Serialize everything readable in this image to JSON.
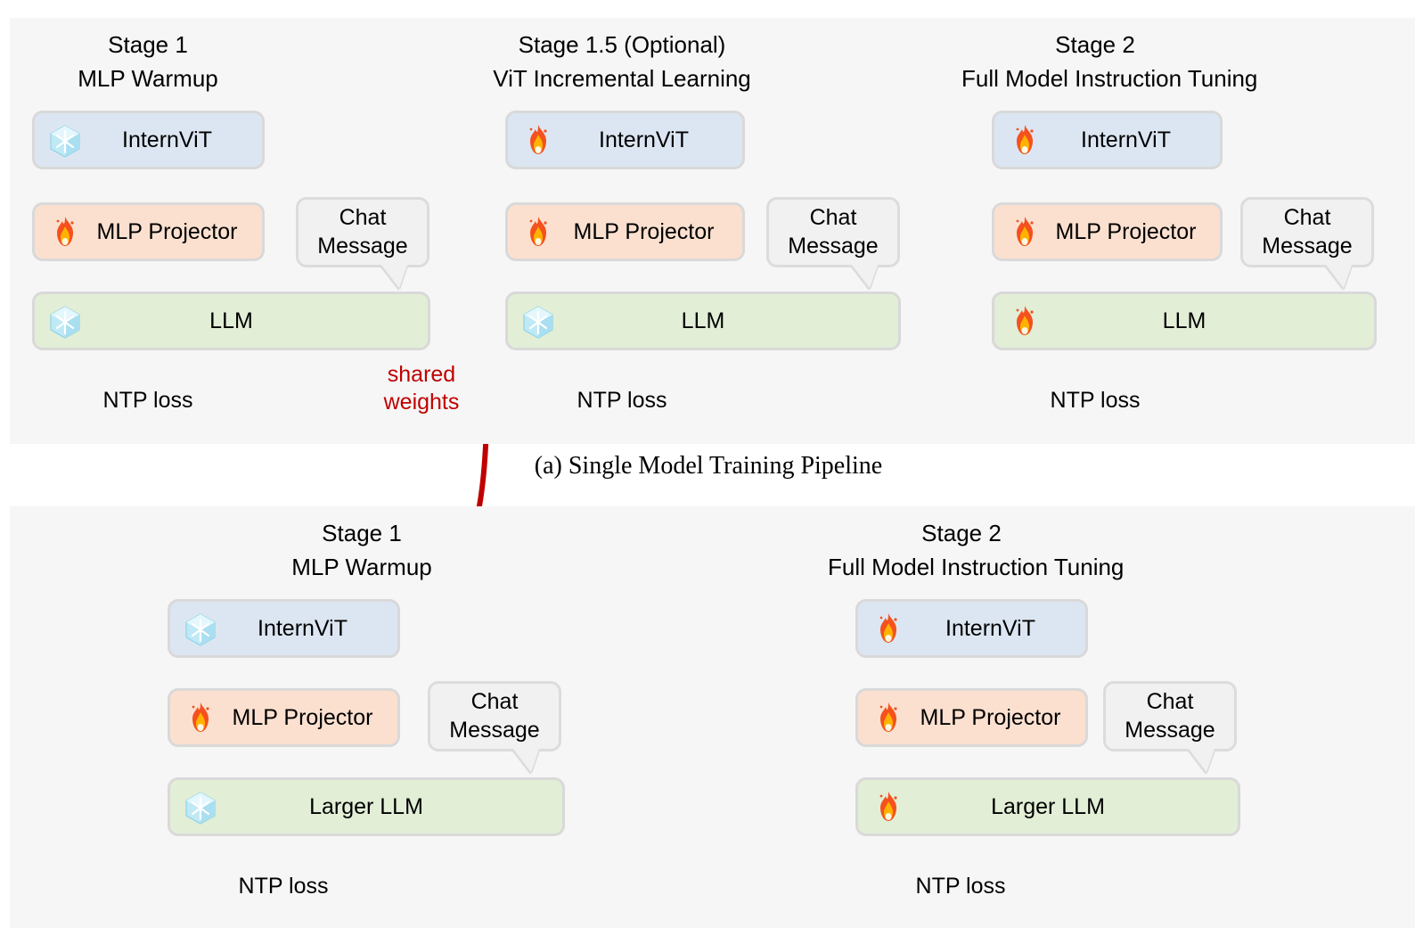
{
  "figure": {
    "caption_a": "(a) Single Model Training Pipeline",
    "shared_weights_label_line1": "shared",
    "shared_weights_label_line2": "weights",
    "shared_weights_color": "#c00000"
  },
  "icons": {
    "frozen": "snowflake-ice-cube-icon",
    "trainable": "fire-flame-icon"
  },
  "colors": {
    "vit_box": "#dce6f2",
    "mlp_box": "#fbe0d0",
    "llm_box": "#e2eed6",
    "bubble_box": "#f1f1f1",
    "panel_bg": "#f6f6f6",
    "arrow": "#595959",
    "shared_arrow": "#c00000"
  },
  "top_section": {
    "columns": [
      {
        "title_line1": "Stage 1",
        "title_line2": "MLP Warmup",
        "vit": {
          "label": "InternViT",
          "state": "frozen"
        },
        "mlp": {
          "label": "MLP Projector",
          "state": "trainable"
        },
        "llm": {
          "label": "LLM",
          "state": "frozen"
        },
        "bubble_line1": "Chat",
        "bubble_line2": "Message",
        "loss": "NTP loss"
      },
      {
        "title_line1": "Stage 1.5 (Optional)",
        "title_line2": "ViT Incremental Learning",
        "vit": {
          "label": "InternViT",
          "state": "trainable"
        },
        "mlp": {
          "label": "MLP Projector",
          "state": "trainable"
        },
        "llm": {
          "label": "LLM",
          "state": "frozen"
        },
        "bubble_line1": "Chat",
        "bubble_line2": "Message",
        "loss": "NTP loss"
      },
      {
        "title_line1": "Stage 2",
        "title_line2": "Full Model Instruction Tuning",
        "vit": {
          "label": "InternViT",
          "state": "trainable"
        },
        "mlp": {
          "label": "MLP Projector",
          "state": "trainable"
        },
        "llm": {
          "label": "LLM",
          "state": "trainable"
        },
        "bubble_line1": "Chat",
        "bubble_line2": "Message",
        "loss": "NTP loss"
      }
    ]
  },
  "bottom_section": {
    "columns": [
      {
        "title_line1": "Stage 1",
        "title_line2": "MLP Warmup",
        "vit": {
          "label": "InternViT",
          "state": "frozen"
        },
        "mlp": {
          "label": "MLP Projector",
          "state": "trainable"
        },
        "llm": {
          "label": "Larger LLM",
          "state": "frozen"
        },
        "bubble_line1": "Chat",
        "bubble_line2": "Message",
        "loss": "NTP loss"
      },
      {
        "title_line1": "Stage 2",
        "title_line2": "Full Model Instruction Tuning",
        "vit": {
          "label": "InternViT",
          "state": "trainable"
        },
        "mlp": {
          "label": "MLP Projector",
          "state": "trainable"
        },
        "llm": {
          "label": "Larger LLM",
          "state": "trainable"
        },
        "bubble_line1": "Chat",
        "bubble_line2": "Message",
        "loss": "NTP loss"
      }
    ]
  }
}
